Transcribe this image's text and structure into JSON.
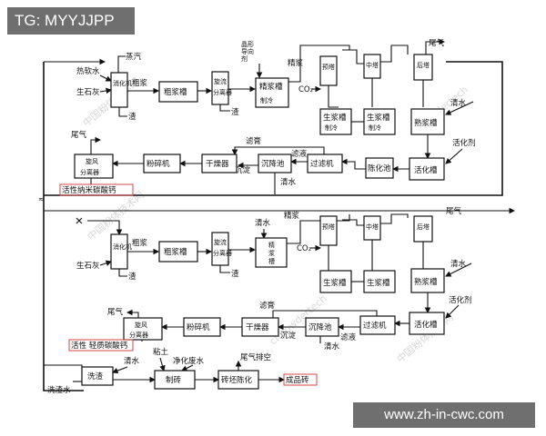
{
  "tag": "TG: MYYJJPP",
  "url": "www.zh-in-cwc.com",
  "watermarks": [
    "中国粉体技术网",
    "cnpowdertech"
  ],
  "top_section": {
    "inputs": {
      "water": "热软水",
      "lime": "生石灰"
    },
    "steam": "蒸汽",
    "slaker": "消化机",
    "crude_slurry": "粗浆",
    "residue": "渣",
    "crude_tank": "粗浆槽",
    "cyclone_sep_1": "旋流",
    "cyclone_sep_2": "分离器",
    "crystal_agent_1": "晶形",
    "crystal_agent_2": "导向",
    "crystal_agent_3": "剂",
    "refined_slurry": "精浆",
    "refined_tank": "精浆槽",
    "refrigeration": "制冷",
    "co2": "CO₂",
    "pre_tower": "预塔",
    "mid_tower": "中塔",
    "post_tower": "后塔",
    "tail_gas": "尾气",
    "raw_tank": "生浆槽",
    "cooked_tank": "熟浆槽",
    "clear_water": "清水",
    "activator": "活化剂",
    "activation_tank": "活化槽",
    "aging_tank": "陈化池",
    "filter": "过滤机",
    "filtrate": "滤液",
    "filter_cake": "滤膏",
    "settling_tank": "沉降池",
    "sediment": "沉淀",
    "dryer": "干燥器",
    "pulverizer": "粉碎机",
    "cyclone_1": "旋风",
    "cyclone_2": "分离器",
    "product": "活性纳米碳酸钙"
  },
  "bottom_section": {
    "lime": "生石灰",
    "slaker": "消化机",
    "crude_slurry": "粗浆",
    "residue": "渣",
    "crude_tank": "粗浆槽",
    "cyclone_sep_1": "旋流",
    "cyclone_sep_2": "分离器",
    "clear_water": "清水",
    "refined_slurry": "精浆",
    "refined_tank_1": "精",
    "refined_tank_2": "浆",
    "refined_tank_3": "槽",
    "co2": "CO₂",
    "pre_tower": "预塔",
    "mid_tower": "中塔",
    "post_tower": "后塔",
    "tail_gas": "尾气",
    "raw_tank": "生浆槽",
    "cooked_tank": "熟浆槽",
    "activator": "活化剂",
    "activation_tank": "活化槽",
    "filter": "过滤机",
    "filtrate": "滤液",
    "filter_cake": "滤膏",
    "settling_tank": "沉降池",
    "sediment": "沉淀",
    "dryer": "干燥器",
    "pulverizer": "粉碎机",
    "cyclone_1": "旋风",
    "cyclone_2": "分离器",
    "product": "活性 轻质碳酸钙"
  },
  "brick_section": {
    "washing": "洗渣",
    "wash_water": "洗渣水",
    "clear_water": "清水",
    "clay": "粘土",
    "purified_waste_water": "净化废水",
    "brick_making": "制砖",
    "tail_gas_vent": "尾气排空",
    "brick_aging": "砖坯陈化",
    "finished_brick": "成品砖"
  }
}
